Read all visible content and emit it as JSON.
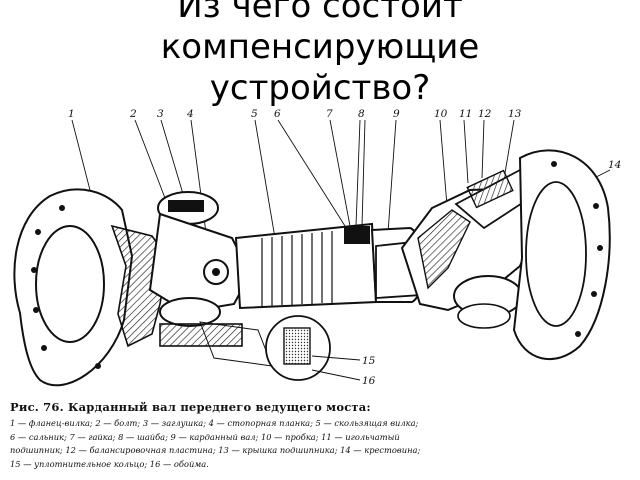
{
  "title_lines": [
    "Из чего состоит",
    "компенсирующие",
    "устройство?"
  ],
  "figure": {
    "callouts": [
      "1",
      "2",
      "3",
      "4",
      "5",
      "6",
      "7",
      "8",
      "9",
      "10",
      "11",
      "12",
      "13",
      "14",
      "15",
      "16"
    ]
  },
  "caption": {
    "title": "Рис. 76. Карданный вал переднего ведущего моста:",
    "legend_lines": [
      "1 — фланец-вилка;  2 — болт;  3 — заглушка;  4 — стопорная планка;  5 — скользящая вилка;",
      "6 — сальник;  7 — гайка;  8 — шайба;  9 — карданный вал;  10 — пробка;  11 — игольчатый",
      "подшипник;  12 — балансировочная пластина;  13 — крышка подшипника;  14 — крестовина;",
      "15 — уплотнительное кольцо;  16 — обойма."
    ]
  },
  "colors": {
    "ink": "#111111",
    "paper": "#ffffff",
    "hatch": "#555555"
  }
}
